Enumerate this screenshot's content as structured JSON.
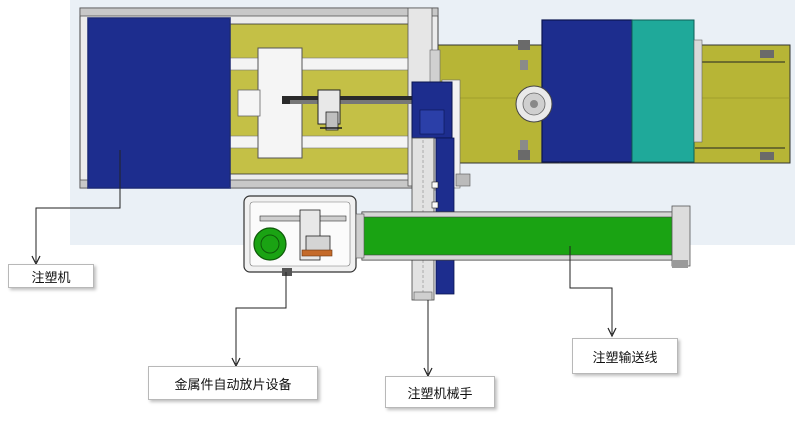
{
  "labels": {
    "injection_molding_machine": "注塑机",
    "metal_insert_feeder": "金属件自动放片设备",
    "injection_robot": "注塑机械手",
    "conveyor": "注塑输送线"
  },
  "colors": {
    "machine_blue": "#1d2d8e",
    "base_olive": "#b7b536",
    "teal_panel": "#1fa99a",
    "conveyor_green": "#1aa313",
    "frame_gray": "#d6d6d6",
    "background_tint": "#eaf0f6"
  }
}
